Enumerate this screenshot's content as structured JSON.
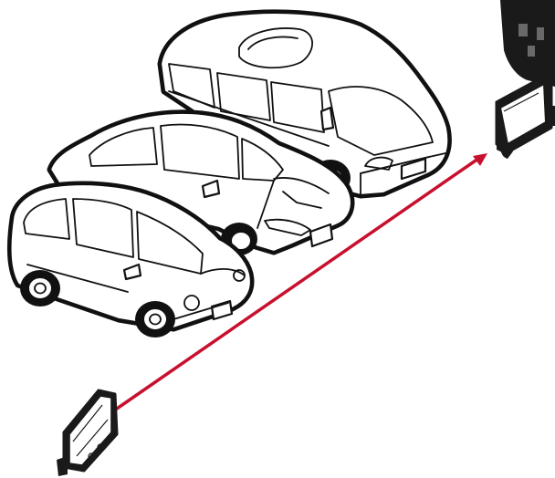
{
  "scene": {
    "colors": {
      "beam": "#c8102e",
      "sensor_dark": "#1a1a1a",
      "sensor_face": "#ffffff",
      "emitter_body": "#ffffff",
      "car_outline": "#111111"
    },
    "icons": {
      "emitter": "light-emitter-icon",
      "receiver": "light-receiver-icon",
      "beam": "light-beam-icon"
    },
    "objects": [
      "van",
      "sedan",
      "compact-car"
    ]
  }
}
